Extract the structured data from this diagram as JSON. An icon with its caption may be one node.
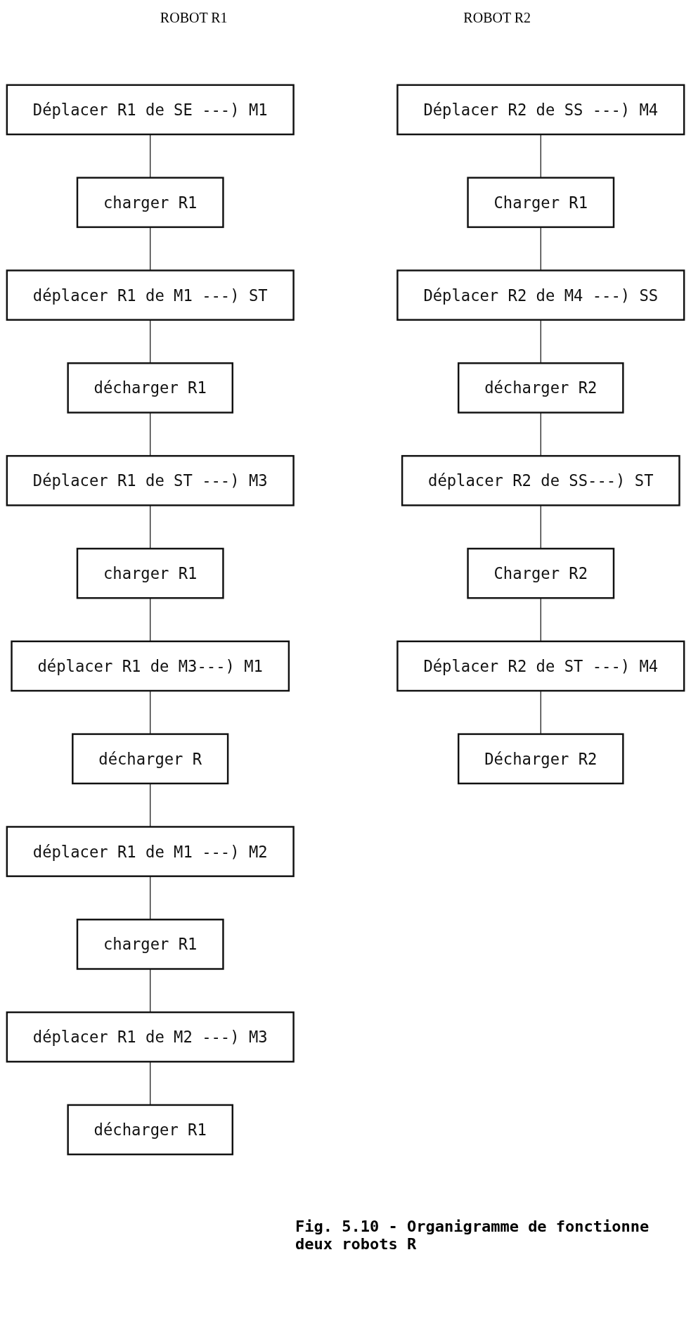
{
  "diagram": {
    "caption": "Fig. 5.10 - Organigramme de fonctionne deux robots R",
    "nodes": [
      {
        "text": [
          "Déplacer R1 de SE ---) M1"
        ]
      },
      {
        "text": [
          "charger R1"
        ]
      },
      {
        "text": [
          "déplacer R1 de M1 ---) ST"
        ]
      },
      {
        "text": [
          "décharger R1"
        ]
      },
      {
        "text": [
          "Déplacer R1 de ST ---) M3"
        ]
      },
      {
        "text": [
          "charger R1"
        ]
      },
      {
        "text": [
          "déplacer R1 de M3---) M1"
        ]
      },
      {
        "text": [
          "décharger R"
        ]
      },
      {
        "text": [
          "déplacer R1 de M1 ---) M2"
        ]
      },
      {
        "text": [
          "charger R1"
        ]
      },
      {
        "text": [
          "déplacer R1 de M2 ---) M3"
        ]
      },
      {
        "text": [
          "décharger R1"
        ]
      },
      {
        "text": [
          "Déplacer R2 de SS ---) M4"
        ]
      },
      {
        "text": [
          "Charger R1"
        ]
      },
      {
        "text": [
          "Déplacer R2 de M4 ---) SS"
        ]
      },
      {
        "text": [
          "décharger R2"
        ]
      },
      {
        "text": [
          "déplacer R2 de SS---) ST"
        ]
      },
      {
        "text": [
          "Charger R2"
        ]
      },
      {
        "text": [
          "Déplacer R2 de ST ---) M4"
        ]
      },
      {
        "text": [
          "Décharger R2"
        ]
      }
    ],
    "edges": [
      {
        "from": 0,
        "to": 1,
        "arrow": "none"
      },
      {
        "from": 1,
        "to": 2,
        "arrow": "none"
      },
      {
        "from": 2,
        "to": 3,
        "arrow": "none"
      },
      {
        "from": 3,
        "to": 4,
        "arrow": "none"
      },
      {
        "from": 4,
        "to": 5,
        "arrow": "none"
      },
      {
        "from": 5,
        "to": 6,
        "arrow": "none"
      },
      {
        "from": 6,
        "to": 7,
        "arrow": "none"
      },
      {
        "from": 7,
        "to": 8,
        "arrow": "none"
      },
      {
        "from": 8,
        "to": 9,
        "arrow": "none"
      },
      {
        "from": 9,
        "to": 10,
        "arrow": "none"
      },
      {
        "from": 10,
        "to": 11,
        "arrow": "none"
      },
      {
        "from": 12,
        "to": 13,
        "arrow": "none"
      },
      {
        "from": 13,
        "to": 14,
        "arrow": "none"
      },
      {
        "from": 14,
        "to": 15,
        "arrow": "none"
      },
      {
        "from": 15,
        "to": 16,
        "arrow": "none"
      },
      {
        "from": 16,
        "to": 17,
        "arrow": "none"
      },
      {
        "from": 17,
        "to": 18,
        "arrow": "none"
      },
      {
        "from": 18,
        "to": 19,
        "arrow": "none"
      }
    ],
    "labels": [
      "ROBOT R1",
      "ROBOT R2"
    ]
  }
}
